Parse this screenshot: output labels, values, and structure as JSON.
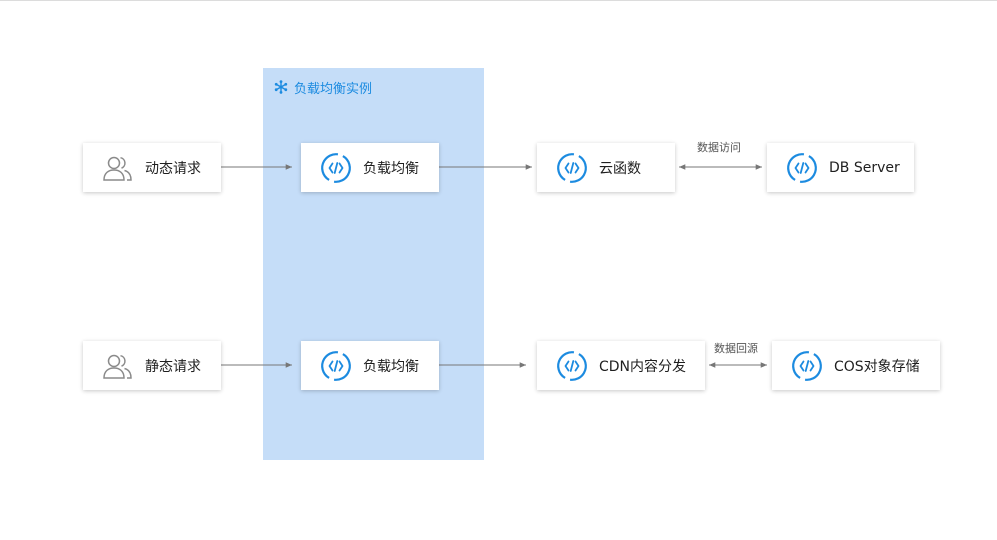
{
  "group": {
    "title": "负载均衡实例"
  },
  "nodes": {
    "dynamic_request": {
      "label": "动态请求",
      "icon": "users-icon"
    },
    "lb_top": {
      "label": "负载均衡",
      "icon": "api-service-icon"
    },
    "cloud_function": {
      "label": "云函数",
      "icon": "api-service-icon"
    },
    "db_server": {
      "label": "DB Server",
      "icon": "api-service-icon"
    },
    "static_request": {
      "label": "静态请求",
      "icon": "users-icon"
    },
    "lb_bottom": {
      "label": "负载均衡",
      "icon": "api-service-icon"
    },
    "cdn": {
      "label": "CDN内容分发",
      "icon": "api-service-icon"
    },
    "cos": {
      "label": "COS对象存储",
      "icon": "api-service-icon"
    }
  },
  "edges": {
    "data_access": "数据访问",
    "data_origin": "数据回源"
  },
  "colors": {
    "accent": "#1c8be0",
    "group_fill": "#c5ddf8",
    "edge": "#777777"
  }
}
